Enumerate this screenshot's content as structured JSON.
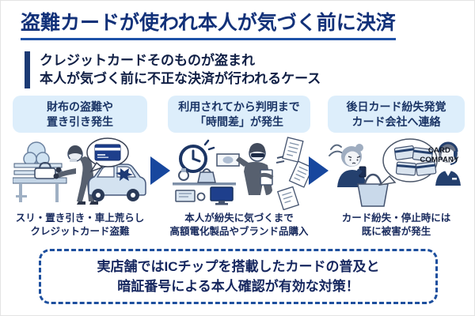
{
  "title": "盗難カードが使われ本人が気づく前に決済",
  "subtitle": {
    "line1": "クレジットカードそのものが盗まれ",
    "line2": "本人が気づく前に不正な決済が行われるケース"
  },
  "steps": [
    {
      "header_line1": "財布の盗難や",
      "header_line2": "置き引き発生",
      "caption_line1": "スリ・置き引き・車上荒らし",
      "caption_line2": "クレジットカード盗難",
      "illustration": "wallet-theft-scene"
    },
    {
      "header_line1": "利用されてから判明まで",
      "header_line2": "「時間差」が発生",
      "caption_line1": "本人が紛失に気づくまで",
      "caption_line2": "高額電化製品やブランド品購入",
      "illustration": "time-lag-shopping-scene"
    },
    {
      "header_line1": "後日カード紛失発覚",
      "header_line2": "カード会社へ連絡",
      "caption_line1": "カード紛失・停止時には",
      "caption_line2": "既に被害が発生",
      "illustration": "loss-discovery-contact-scene"
    }
  ],
  "card_company": {
    "line1": "CARD",
    "line2": "COMPANY"
  },
  "footer": {
    "line1": "実店舗ではICチップを搭載したカードの普及と",
    "line2": "暗証番号による本人確認が有効な対策！"
  },
  "colors": {
    "title_text": "#123179",
    "title_underline": "#1d51a8",
    "subtitle_bar": "#1b3a74",
    "step_header_bg": "#ddeefb",
    "dark_navy_text": "#17295c",
    "arrow_blue": "#17479e",
    "footer_border": "#1d4f9e",
    "illustration_light_blue": "#cfe2f1",
    "illustration_navy": "#1e3f8c",
    "illustration_gray": "#57606f"
  }
}
